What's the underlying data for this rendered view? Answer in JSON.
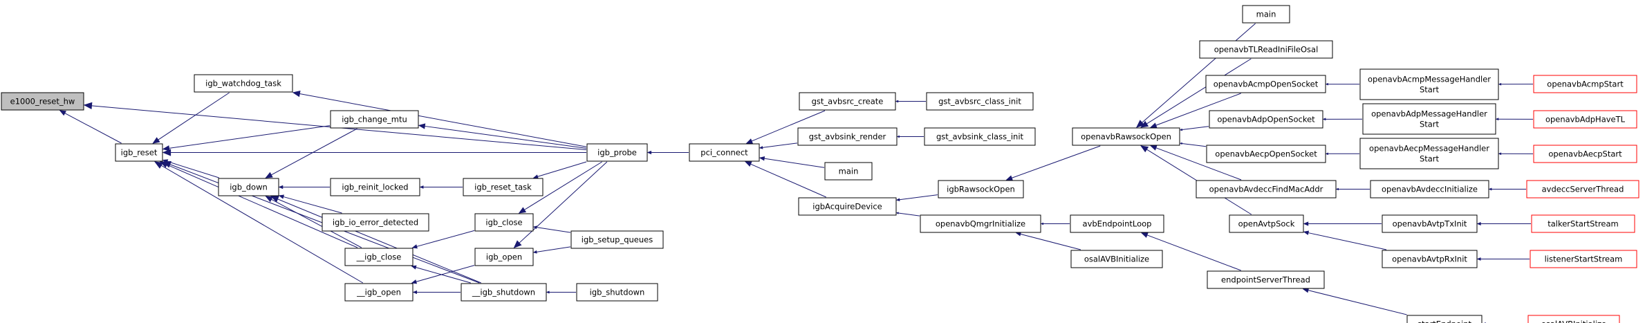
{
  "graph": {
    "colors": {
      "edge": "#191970",
      "node_border": "#000000",
      "root_fill": "#bfbfbf",
      "external_border": "#ff0000"
    },
    "nodes": {
      "e1000_reset_hw": {
        "label": [
          "e1000_reset_hw"
        ],
        "root": true
      },
      "igb_reset": {
        "label": [
          "igb_reset"
        ]
      },
      "igb_watchdog_task": {
        "label": [
          "igb_watchdog_task"
        ]
      },
      "igb_change_mtu": {
        "label": [
          "igb_change_mtu"
        ]
      },
      "igb_down": {
        "label": [
          "igb_down"
        ]
      },
      "igb_reinit_locked": {
        "label": [
          "igb_reinit_locked"
        ]
      },
      "igb_io_error_detected": {
        "label": [
          "igb_io_error_detected"
        ]
      },
      "__igb_close": {
        "label": [
          "__igb_close"
        ]
      },
      "__igb_open": {
        "label": [
          "__igb_open"
        ]
      },
      "igb_reset_task": {
        "label": [
          "igb_reset_task"
        ]
      },
      "igb_close": {
        "label": [
          "igb_close"
        ]
      },
      "igb_open": {
        "label": [
          "igb_open"
        ]
      },
      "__igb_shutdown": {
        "label": [
          "__igb_shutdown"
        ]
      },
      "igb_probe": {
        "label": [
          "igb_probe"
        ]
      },
      "igb_setup_queues": {
        "label": [
          "igb_setup_queues"
        ]
      },
      "igb_shutdown": {
        "label": [
          "igb_shutdown"
        ]
      },
      "pci_connect": {
        "label": [
          "pci_connect"
        ]
      },
      "gst_avbsrc_create": {
        "label": [
          "gst_avbsrc_create"
        ]
      },
      "gst_avbsink_render": {
        "label": [
          "gst_avbsink_render"
        ]
      },
      "main_1": {
        "label": [
          "main"
        ]
      },
      "igbAcquireDevice": {
        "label": [
          "igbAcquireDevice"
        ]
      },
      "gst_avbsrc_class_init": {
        "label": [
          "gst_avbsrc_class_init"
        ]
      },
      "gst_avbsink_class_init": {
        "label": [
          "gst_avbsink_class_init"
        ]
      },
      "igbRawsockOpen": {
        "label": [
          "igbRawsockOpen"
        ]
      },
      "openavbQmgrInitialize": {
        "label": [
          "openavbQmgrInitialize"
        ]
      },
      "avbEndpointLoop": {
        "label": [
          "avbEndpointLoop"
        ]
      },
      "osalAVBInitialize_1": {
        "label": [
          "osalAVBInitialize"
        ]
      },
      "openavbRawsockOpen": {
        "label": [
          "openavbRawsockOpen"
        ]
      },
      "endpointServerThread": {
        "label": [
          "endpointServerThread"
        ]
      },
      "startEndpoint": {
        "label": [
          "startEndpoint"
        ]
      },
      "osalAVBInitialize_2": {
        "label": [
          "osalAVBInitialize"
        ],
        "external": true
      },
      "main_2": {
        "label": [
          "main"
        ]
      },
      "openavbTLReadIniFileOsal": {
        "label": [
          "openavbTLReadIniFileOsal"
        ]
      },
      "openavbAcmpOpenSocket": {
        "label": [
          "openavbAcmpOpenSocket"
        ]
      },
      "openavbAdpOpenSocket": {
        "label": [
          "openavbAdpOpenSocket"
        ]
      },
      "openavbAecpOpenSocket": {
        "label": [
          "openavbAecpOpenSocket"
        ]
      },
      "openavbAvdeccFindMacAddr": {
        "label": [
          "openavbAvdeccFindMacAddr"
        ]
      },
      "openAvtpSock": {
        "label": [
          "openAvtpSock"
        ]
      },
      "openavbAcmpMessageHandlerStart": {
        "label": [
          "openavbAcmpMessageHandler",
          "Start"
        ]
      },
      "openavbAdpMessageHandlerStart": {
        "label": [
          "openavbAdpMessageHandler",
          "Start"
        ]
      },
      "openavbAecpMessageHandlerStart": {
        "label": [
          "openavbAecpMessageHandler",
          "Start"
        ]
      },
      "openavbAvdeccInitialize": {
        "label": [
          "openavbAvdeccInitialize"
        ]
      },
      "openavbAvtpTxInit": {
        "label": [
          "openavbAvtpTxInit"
        ]
      },
      "openavbAvtpRxInit": {
        "label": [
          "openavbAvtpRxInit"
        ]
      },
      "openavbAcmpStart": {
        "label": [
          "openavbAcmpStart"
        ],
        "external": true
      },
      "openavbAdpHaveTL": {
        "label": [
          "openavbAdpHaveTL"
        ],
        "external": true
      },
      "openavbAecpStart": {
        "label": [
          "openavbAecpStart"
        ],
        "external": true
      },
      "avdeccServerThread": {
        "label": [
          "avdeccServerThread"
        ],
        "external": true
      },
      "talkerStartStream": {
        "label": [
          "talkerStartStream"
        ],
        "external": true
      },
      "listenerStartStream": {
        "label": [
          "listenerStartStream"
        ],
        "external": true
      }
    },
    "edges": [
      [
        "e1000_reset_hw",
        "igb_reset"
      ],
      [
        "e1000_reset_hw",
        "igb_probe"
      ],
      [
        "igb_reset",
        "igb_watchdog_task"
      ],
      [
        "igb_reset",
        "igb_change_mtu"
      ],
      [
        "igb_reset",
        "igb_probe"
      ],
      [
        "igb_reset",
        "igb_down"
      ],
      [
        "igb_reset",
        "__igb_close"
      ],
      [
        "igb_reset",
        "__igb_open"
      ],
      [
        "igb_reset",
        "__igb_shutdown"
      ],
      [
        "igb_watchdog_task",
        "igb_probe"
      ],
      [
        "igb_change_mtu",
        "igb_probe"
      ],
      [
        "igb_down",
        "igb_change_mtu"
      ],
      [
        "igb_down",
        "igb_reinit_locked"
      ],
      [
        "igb_down",
        "igb_io_error_detected"
      ],
      [
        "igb_down",
        "__igb_close"
      ],
      [
        "igb_down",
        "__igb_shutdown"
      ],
      [
        "igb_reinit_locked",
        "igb_reset_task"
      ],
      [
        "__igb_close",
        "igb_close"
      ],
      [
        "__igb_close",
        "__igb_shutdown"
      ],
      [
        "__igb_open",
        "igb_open"
      ],
      [
        "__igb_open",
        "__igb_shutdown"
      ],
      [
        "igb_reset_task",
        "igb_probe"
      ],
      [
        "igb_close",
        "igb_probe"
      ],
      [
        "igb_close",
        "igb_setup_queues"
      ],
      [
        "igb_open",
        "igb_probe"
      ],
      [
        "igb_open",
        "igb_setup_queues"
      ],
      [
        "__igb_shutdown",
        "igb_shutdown"
      ],
      [
        "igb_probe",
        "pci_connect"
      ],
      [
        "pci_connect",
        "gst_avbsrc_create"
      ],
      [
        "pci_connect",
        "gst_avbsink_render"
      ],
      [
        "pci_connect",
        "main_1"
      ],
      [
        "pci_connect",
        "igbAcquireDevice"
      ],
      [
        "gst_avbsrc_create",
        "gst_avbsrc_class_init"
      ],
      [
        "gst_avbsink_render",
        "gst_avbsink_class_init"
      ],
      [
        "igbAcquireDevice",
        "igbRawsockOpen"
      ],
      [
        "igbAcquireDevice",
        "openavbQmgrInitialize"
      ],
      [
        "igbRawsockOpen",
        "openavbRawsockOpen"
      ],
      [
        "openavbQmgrInitialize",
        "avbEndpointLoop"
      ],
      [
        "openavbQmgrInitialize",
        "osalAVBInitialize_1"
      ],
      [
        "avbEndpointLoop",
        "endpointServerThread"
      ],
      [
        "endpointServerThread",
        "startEndpoint"
      ],
      [
        "startEndpoint",
        "osalAVBInitialize_2"
      ],
      [
        "openavbRawsockOpen",
        "main_2"
      ],
      [
        "openavbRawsockOpen",
        "openavbTLReadIniFileOsal"
      ],
      [
        "openavbRawsockOpen",
        "openavbAcmpOpenSocket"
      ],
      [
        "openavbRawsockOpen",
        "openavbAdpOpenSocket"
      ],
      [
        "openavbRawsockOpen",
        "openavbAecpOpenSocket"
      ],
      [
        "openavbRawsockOpen",
        "openavbAvdeccFindMacAddr"
      ],
      [
        "openavbRawsockOpen",
        "openAvtpSock"
      ],
      [
        "openavbAcmpOpenSocket",
        "openavbAcmpMessageHandlerStart"
      ],
      [
        "openavbAdpOpenSocket",
        "openavbAdpMessageHandlerStart"
      ],
      [
        "openavbAecpOpenSocket",
        "openavbAecpMessageHandlerStart"
      ],
      [
        "openavbAvdeccFindMacAddr",
        "openavbAvdeccInitialize"
      ],
      [
        "openAvtpSock",
        "openavbAvtpTxInit"
      ],
      [
        "openAvtpSock",
        "openavbAvtpRxInit"
      ],
      [
        "openavbAcmpMessageHandlerStart",
        "openavbAcmpStart"
      ],
      [
        "openavbAdpMessageHandlerStart",
        "openavbAdpHaveTL"
      ],
      [
        "openavbAecpMessageHandlerStart",
        "openavbAecpStart"
      ],
      [
        "openavbAvdeccInitialize",
        "avdeccServerThread"
      ],
      [
        "openavbAvtpTxInit",
        "talkerStartStream"
      ],
      [
        "openavbAvtpRxInit",
        "listenerStartStream"
      ]
    ]
  }
}
